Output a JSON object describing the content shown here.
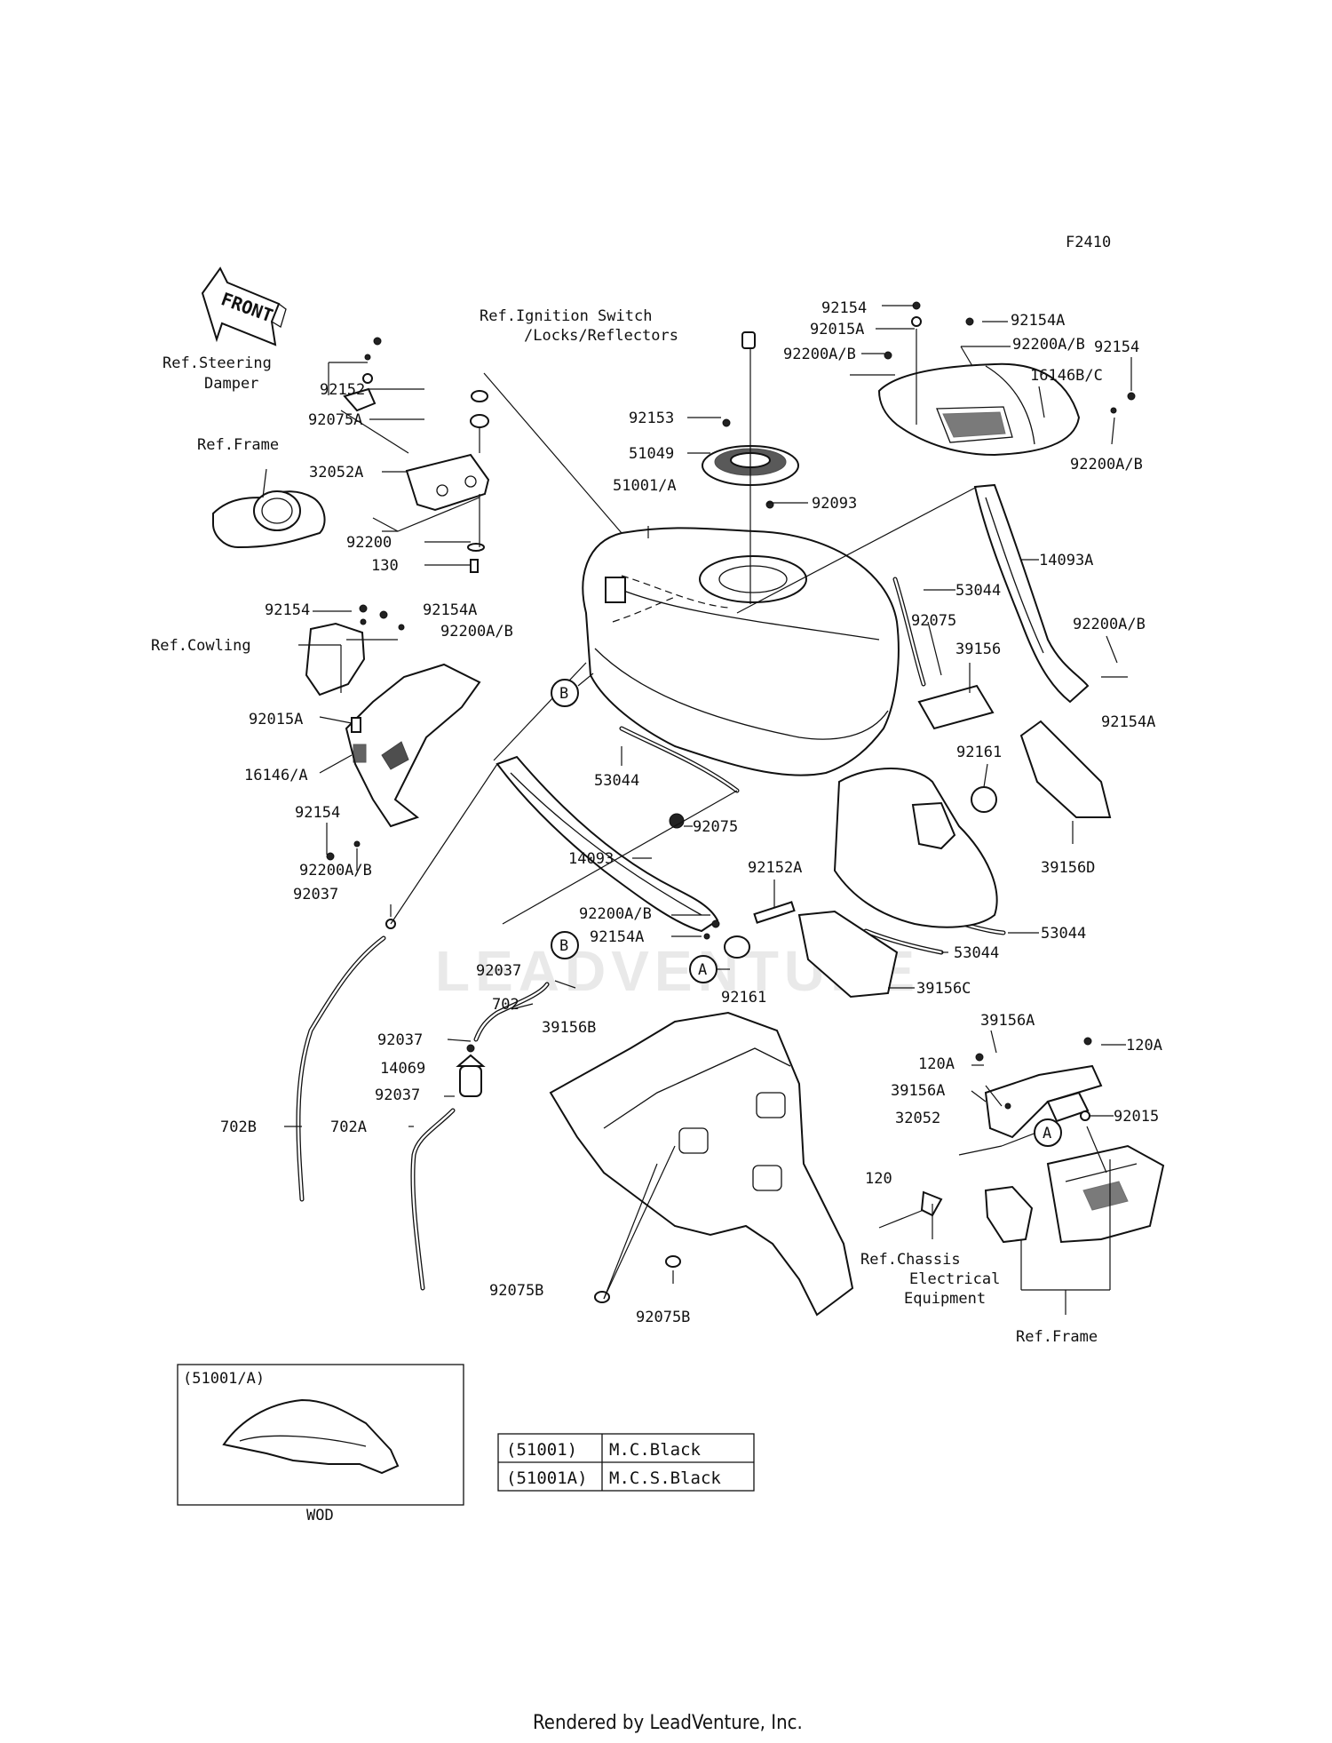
{
  "diagram_code": "F2410",
  "front_arrow": "FRONT",
  "watermark": "LEADVENTURE",
  "footer": "Rendered by LeadVenture, Inc.",
  "refs": {
    "ignition": [
      "Ref.Ignition Switch",
      "/Locks/Reflectors"
    ],
    "steering": [
      "Ref.Steering",
      "Damper"
    ],
    "frame_top": "Ref.Frame",
    "cowling": "Ref.Cowling",
    "chassis": [
      "Ref.Chassis",
      "Electrical",
      "Equipment"
    ],
    "frame_bottom": "Ref.Frame"
  },
  "callouts": {
    "A": "A",
    "B": "B"
  },
  "parts": [
    "92154",
    "92015A",
    "92154A",
    "92200A/B",
    "92200A/B",
    "92154",
    "16146B/C",
    "92200A/B",
    "92152",
    "92075A",
    "32052A",
    "92200",
    "130",
    "92153",
    "51049",
    "92093",
    "51001/A",
    "14093A",
    "53044",
    "92075",
    "39156",
    "92200A/B",
    "92154A",
    "92154",
    "92154A",
    "92200A/B",
    "92015A",
    "16146/A",
    "92154",
    "92200A/B",
    "92037",
    "53044",
    "92075",
    "14093",
    "92200A/B",
    "92154A",
    "92152A",
    "92161",
    "39156D",
    "53044",
    "53044",
    "39156C",
    "92161",
    "92037",
    "702",
    "92037",
    "14069",
    "92037",
    "702A",
    "702B",
    "39156B",
    "92075B",
    "92075B",
    "39156A",
    "120A",
    "120A",
    "39156A",
    "32052",
    "92015",
    "120"
  ],
  "inset": {
    "title": "(51001/A)",
    "caption": "WOD"
  },
  "color_table": {
    "rows": [
      {
        "code": "(51001)",
        "color": "M.C.Black"
      },
      {
        "code": "(51001A)",
        "color": "M.C.S.Black"
      }
    ]
  }
}
